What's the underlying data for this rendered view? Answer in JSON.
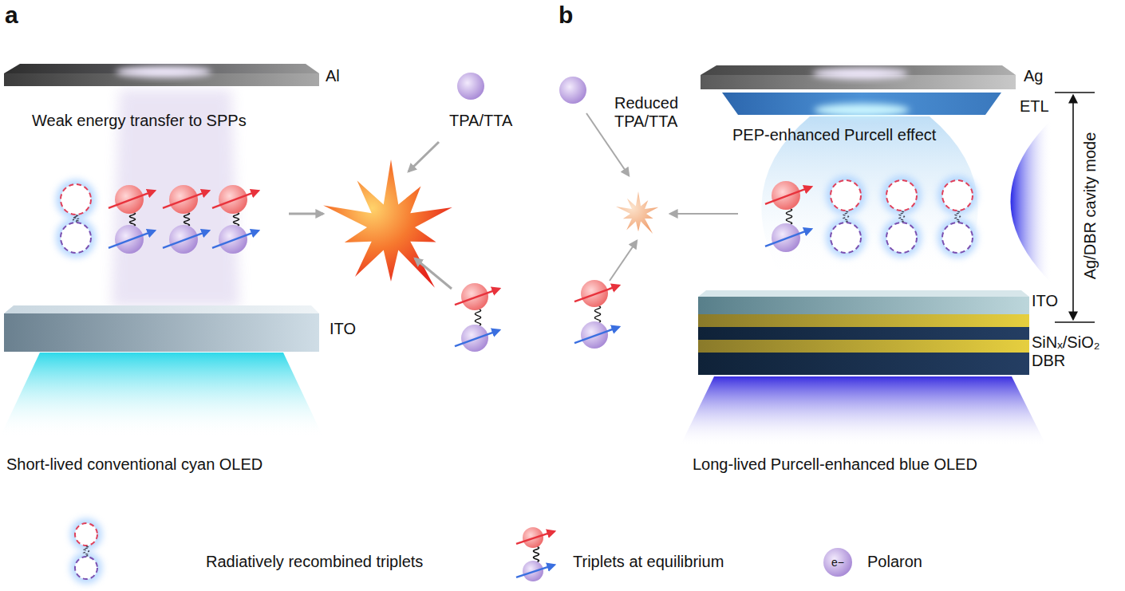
{
  "diagram": {
    "nodes": [
      {
        "text": [
          "Al"
        ]
      },
      {
        "text": [
          "ITO"
        ]
      },
      {
        "text": [
          "Ag"
        ]
      },
      {
        "text": [
          "ETL"
        ]
      },
      {
        "text": [
          "ITO"
        ]
      },
      {
        "text": [
          "SiNₓ/SiO₂ DBR"
        ]
      }
    ],
    "labels": [
      "a",
      "Weak energy transfer to SPPs",
      "TPA/TTA",
      "Short-lived conventional cyan OLED",
      "b",
      "Reduced TPA/TTA",
      "PEP-enhanced Purcell effect",
      "Ag/DBR cavity mode",
      "Long-lived Purcell-enhanced blue OLED",
      "e−"
    ],
    "legend": [
      {
        "text": "Radiatively recombined triplets"
      },
      {
        "text": "Triplets at equilibrium"
      },
      {
        "text": "Polaron"
      }
    ]
  }
}
